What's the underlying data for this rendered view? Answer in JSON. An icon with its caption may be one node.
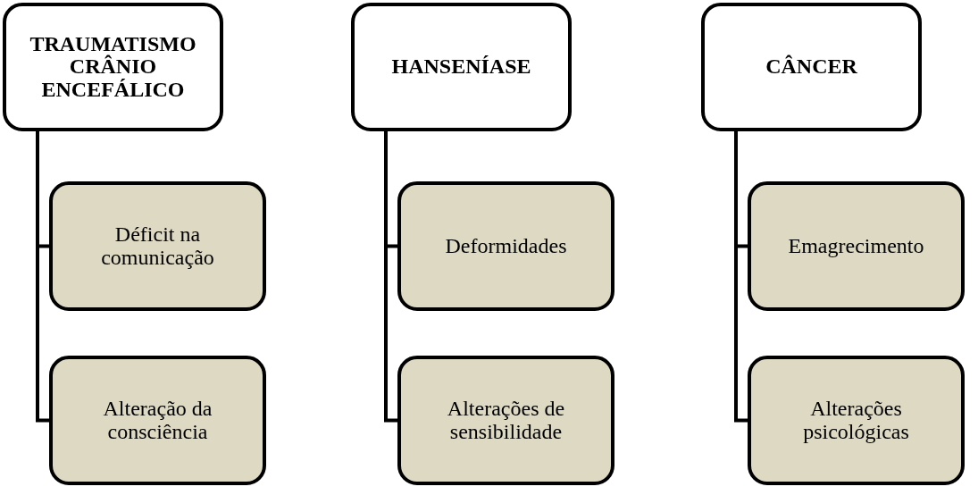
{
  "diagram": {
    "nodes": [
      {
        "text": [
          "TRAUMATISMO CRÂNIO ENCEFÁLICO"
        ]
      },
      {
        "text": [
          "Déficit na comunicação"
        ]
      },
      {
        "text": [
          "Alteração da consciência"
        ]
      },
      {
        "text": [
          "HANSENÍASE"
        ]
      },
      {
        "text": [
          "Deformidades"
        ]
      },
      {
        "text": [
          "Alterações de sensibilidade"
        ]
      },
      {
        "text": [
          "CÂNCER"
        ]
      },
      {
        "text": [
          "Emagrecimento"
        ]
      },
      {
        "text": [
          "Alterações psicológicas"
        ]
      }
    ],
    "edges": [
      {
        "from": 0,
        "to": 1,
        "arrow": "none"
      },
      {
        "from": 0,
        "to": 2,
        "arrow": "none"
      },
      {
        "from": 3,
        "to": 4,
        "arrow": "none"
      },
      {
        "from": 3,
        "to": 5,
        "arrow": "none"
      },
      {
        "from": 6,
        "to": 7,
        "arrow": "none"
      },
      {
        "from": 6,
        "to": 8,
        "arrow": "none"
      }
    ]
  }
}
